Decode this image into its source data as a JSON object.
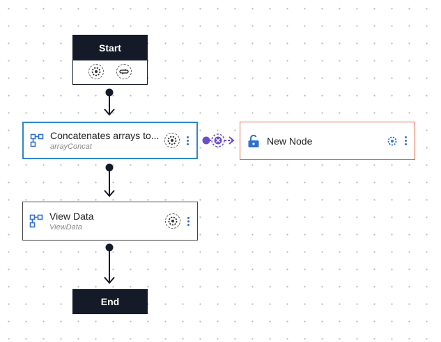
{
  "start": {
    "label": "Start"
  },
  "end": {
    "label": "End"
  },
  "nodes": [
    {
      "title": "Concatenates arrays to...",
      "subtitle": "arrayConcat"
    },
    {
      "title": "View Data",
      "subtitle": "ViewData"
    },
    {
      "title": "New Node"
    }
  ],
  "colors": {
    "terminal": "#141a27",
    "selected_border": "#2f86c9",
    "new_node_border": "#e0694a",
    "accent": "#2f6fd0",
    "connector_purple": "#6a4fc8"
  },
  "icons": {
    "start_left": "settings-gear-icon",
    "start_right": "loop-icon",
    "node_type": "flow-node-icon",
    "new_node_type": "lock-icon"
  }
}
